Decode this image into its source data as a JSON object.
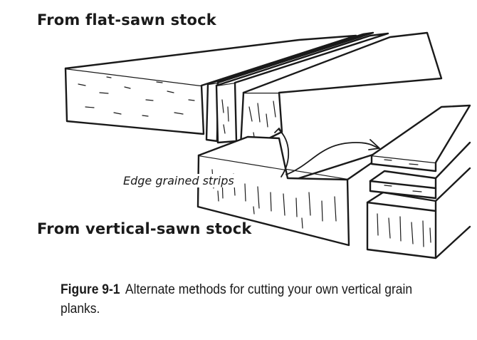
{
  "labels": {
    "top": "From flat-sawn stock",
    "bottom": "From vertical-sawn stock",
    "strips": "Edge grained strips"
  },
  "caption": {
    "figure_number": "Figure 9-1",
    "text": "Alternate methods for cutting your own vertical grain planks."
  },
  "colors": {
    "ink": "#1a1a1a",
    "paper": "#ffffff"
  }
}
